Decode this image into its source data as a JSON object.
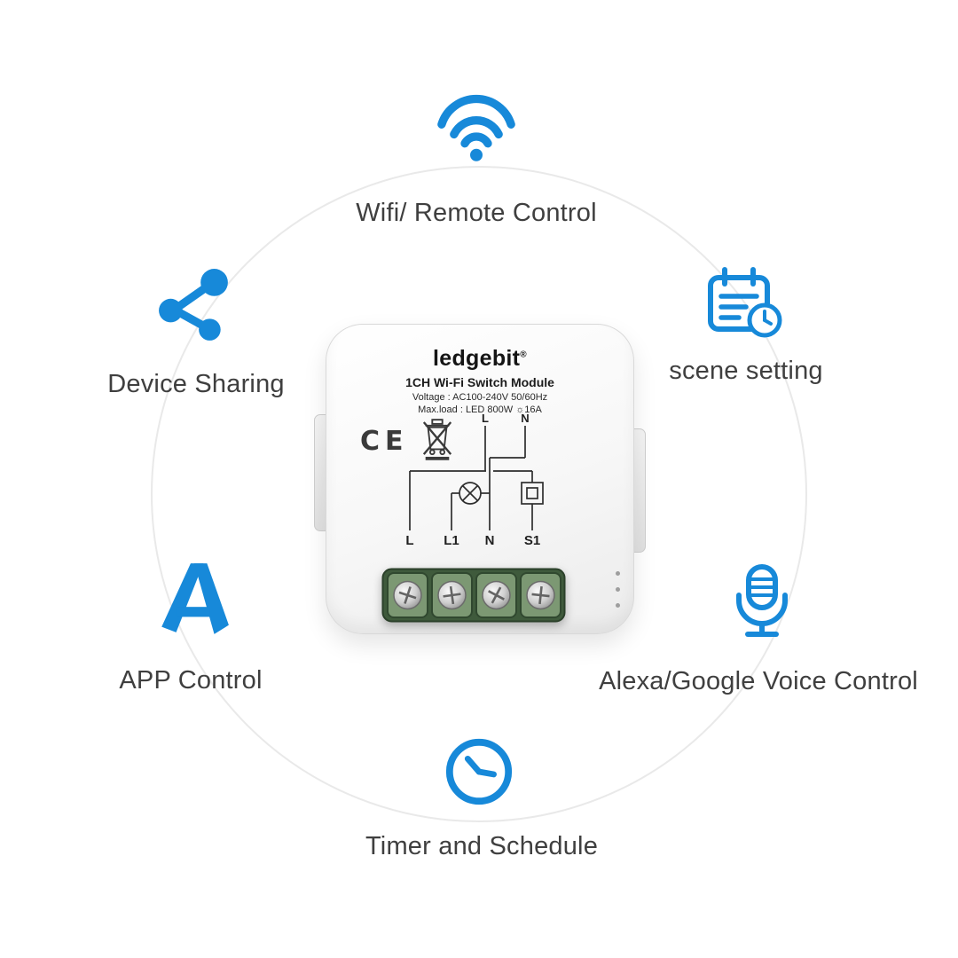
{
  "colors": {
    "accent": "#1789d9",
    "ring": "#e9e9e9",
    "label": "#3f3f3f",
    "diagram_ink": "#2e2e2e",
    "terminal_frame": "#3f5a3c",
    "terminal_cell": "#7c9873"
  },
  "features": {
    "wifi": {
      "label": "Wifi/ Remote Control",
      "icon": "wifi-icon"
    },
    "sharing": {
      "label": "Device Sharing",
      "icon": "share-nodes-icon"
    },
    "scene": {
      "label": "scene setting",
      "icon": "calendar-clock-icon"
    },
    "app": {
      "label": "APP Control",
      "icon": "design-a-icon"
    },
    "voice": {
      "label": "Alexa/Google Voice Control",
      "icon": "microphone-icon"
    },
    "timer": {
      "label": "Timer and Schedule",
      "icon": "clock-icon"
    }
  },
  "device": {
    "brand": "ledgebit",
    "registered_mark": "®",
    "model": "1CH Wi-Fi Switch Module",
    "voltage": "Voltage : AC100-240V 50/60Hz",
    "max_load": "Max.load : LED 800W ☼16A",
    "ce_mark": "CE",
    "wiring": {
      "top_terminals": [
        "L",
        "N"
      ],
      "bottom_terminals": [
        "L",
        "L1",
        "N",
        "S1"
      ]
    }
  }
}
